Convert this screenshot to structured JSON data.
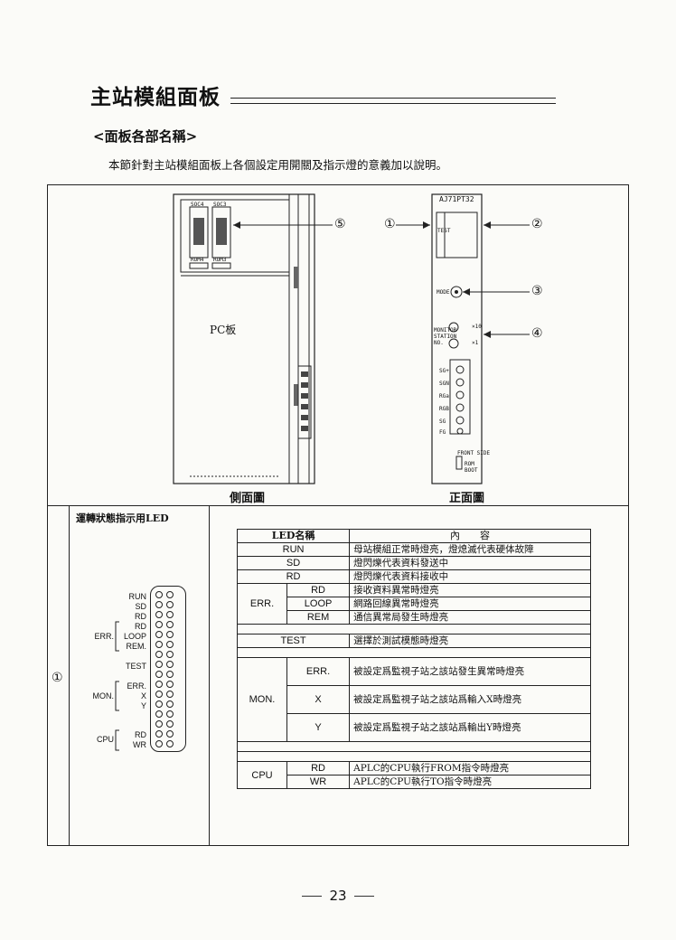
{
  "header": {
    "title": "主站模組面板",
    "subtitle": "<面板各部名稱>",
    "intro": "本節針對主站模組面板上各個設定用開關及指示燈的意義加以說明。"
  },
  "figure": {
    "pcb_label": "PC板",
    "side_caption": "側面圖",
    "front_caption": "正面圖",
    "model_label": "AJ71PT32",
    "callouts": [
      "⑤",
      "①",
      "②",
      "③",
      "④"
    ],
    "socket_labels": [
      "SOC4",
      "SOC3",
      "ROM4",
      "ROM3"
    ],
    "front_small": {
      "test": "TEST",
      "mode": "MODE",
      "monitor": "MONITOR STATION NO.",
      "x10": "×10",
      "x1": "×1",
      "terminals": [
        "SG+",
        "SGN",
        "RGa",
        "RGB",
        "SG",
        "FG"
      ],
      "bottom": "FRONT SIDE",
      "rom_boot": "ROM BOOT"
    }
  },
  "led_section": {
    "title": "運轉狀態指示用LED",
    "row_number": "①",
    "panel_labels": {
      "run": "RUN",
      "sd": "SD",
      "rd": "RD",
      "err": "ERR.",
      "err_rd": "RD",
      "loop": "LOOP",
      "rem": "REM.",
      "test": "TEST",
      "mon": "MON.",
      "mon_err": "ERR.",
      "x": "X",
      "y": "Y",
      "cpu": "CPU",
      "cpu_rd": "RD",
      "wr": "WR"
    },
    "table": {
      "col_name": "LED名稱",
      "col_content": "內　　容",
      "rows": [
        {
          "name": "RUN",
          "desc": "母站模組正常時燈亮，燈熄滅代表硬体故障"
        },
        {
          "name": "SD",
          "desc": "燈閃爍代表資料發送中"
        },
        {
          "name": "RD",
          "desc": "燈閃爍代表資料接收中"
        },
        {
          "group": "ERR.",
          "name": "RD",
          "desc": "接收資料異常時燈亮"
        },
        {
          "group": "ERR.",
          "name": "LOOP",
          "desc": "網路回線異常時燈亮"
        },
        {
          "group": "ERR.",
          "name": "REM",
          "desc": "通信異常局發生時燈亮"
        },
        {
          "name": "TEST",
          "desc": "選擇於測試模態時燈亮"
        },
        {
          "group": "MON.",
          "name": "ERR.",
          "desc": "被設定爲監視子站之該站發生異常時燈亮"
        },
        {
          "group": "MON.",
          "name": "X",
          "desc": "被設定爲監視子站之該站爲輸入X時燈亮"
        },
        {
          "group": "MON.",
          "name": "Y",
          "desc": "被設定爲監視子站之該站爲輸出Y時燈亮"
        },
        {
          "group": "CPU",
          "name": "RD",
          "desc": "APLC的CPU執行FROM指令時燈亮"
        },
        {
          "group": "CPU",
          "name": "WR",
          "desc": "APLC的CPU執行TO指令時燈亮"
        }
      ],
      "groups": {
        "err": "ERR.",
        "mon": "MON.",
        "cpu": "CPU"
      }
    }
  },
  "footer": {
    "page": "23"
  }
}
